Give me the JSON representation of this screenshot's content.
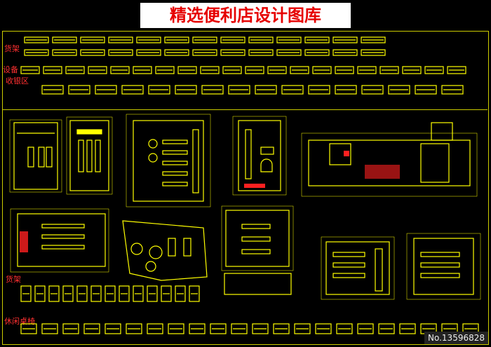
{
  "title": "精选便利店设计图库",
  "sections": {
    "shelves_top": "货架",
    "equipment": "设备",
    "checkout": "收银区",
    "shelves_bottom": "货架",
    "lounge": "休闲桌椅"
  },
  "stamp": "No.13596828",
  "colors": {
    "line": "#ffff00",
    "accent": "#ff2020",
    "frame": "#cccc00",
    "title": "#e60000"
  }
}
